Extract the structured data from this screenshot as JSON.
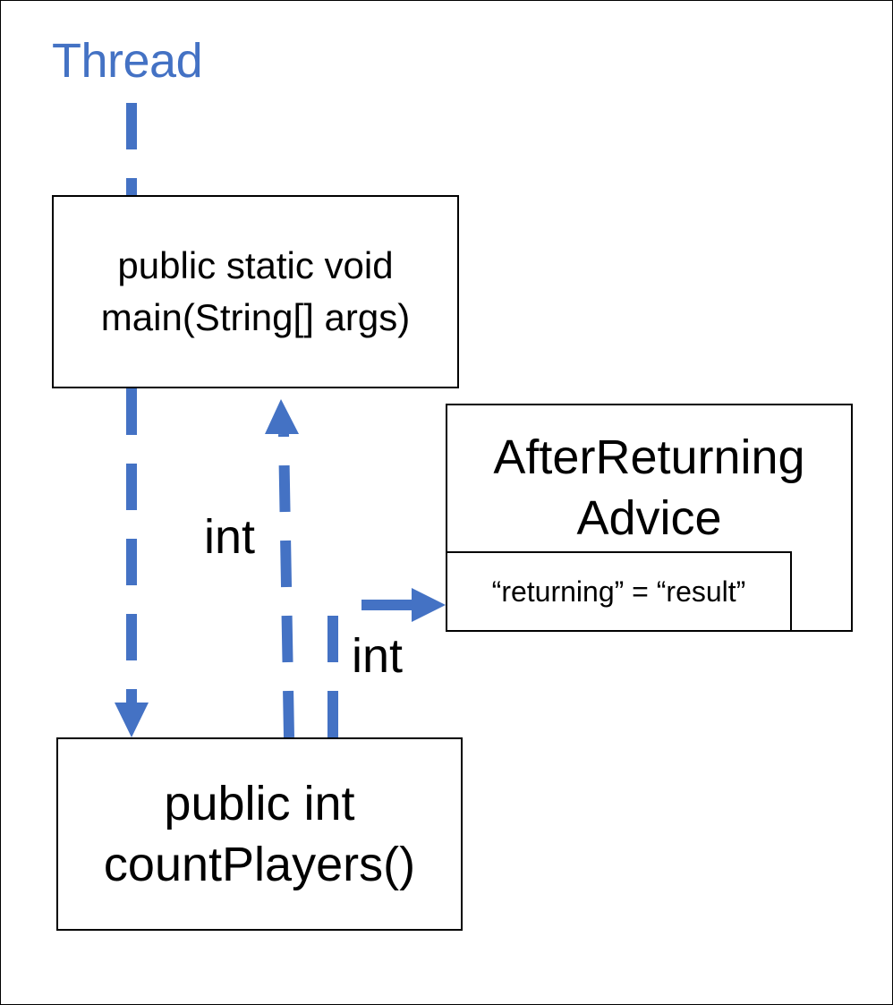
{
  "diagram": {
    "thread_label": "Thread",
    "main_method": "public static void\nmain(String[] args)",
    "count_method": "public int\ncountPlayers()",
    "advice": {
      "title": "AfterReturning\nAdvice",
      "attribute": "“returning” = “result”"
    },
    "return_labels": {
      "to_main": "int",
      "to_advice": "int"
    },
    "colors": {
      "arrow": "#4472c4",
      "text": "#000000"
    }
  }
}
